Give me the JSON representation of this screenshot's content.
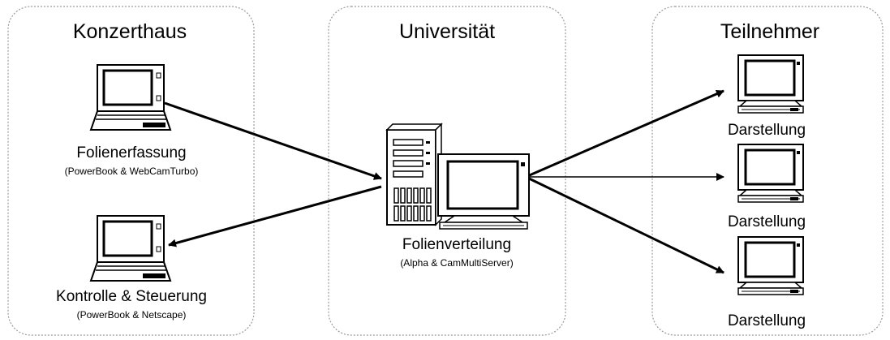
{
  "zones": [
    {
      "id": "concert",
      "title": "Konzerthaus"
    },
    {
      "id": "uni",
      "title": "Universität"
    },
    {
      "id": "participants",
      "title": "Teilnehmer"
    }
  ],
  "nodes": {
    "capture": {
      "label": "Folienerfassung",
      "sub": "(PowerBook & WebCamTurbo)",
      "icon": "laptop-icon"
    },
    "control": {
      "label": "Kontrolle & Steuerung",
      "sub": "(PowerBook & Netscape)",
      "icon": "laptop-icon"
    },
    "server": {
      "label": "Folienverteilung",
      "sub": "(Alpha & CamMultiServer)",
      "icon": "server-workstation-icon"
    },
    "display1": {
      "label": "Darstellung",
      "icon": "monitor-icon"
    },
    "display2": {
      "label": "Darstellung",
      "icon": "monitor-icon"
    },
    "display3": {
      "label": "Darstellung",
      "icon": "monitor-icon"
    }
  },
  "edges": [
    {
      "from": "capture",
      "to": "server"
    },
    {
      "from": "server",
      "to": "control"
    },
    {
      "from": "server",
      "to": "display1"
    },
    {
      "from": "server",
      "to": "display2"
    },
    {
      "from": "server",
      "to": "display3"
    }
  ],
  "colors": {
    "line": "#000000",
    "screen": "#ffffff",
    "zone_border": "#9a9a9a"
  }
}
